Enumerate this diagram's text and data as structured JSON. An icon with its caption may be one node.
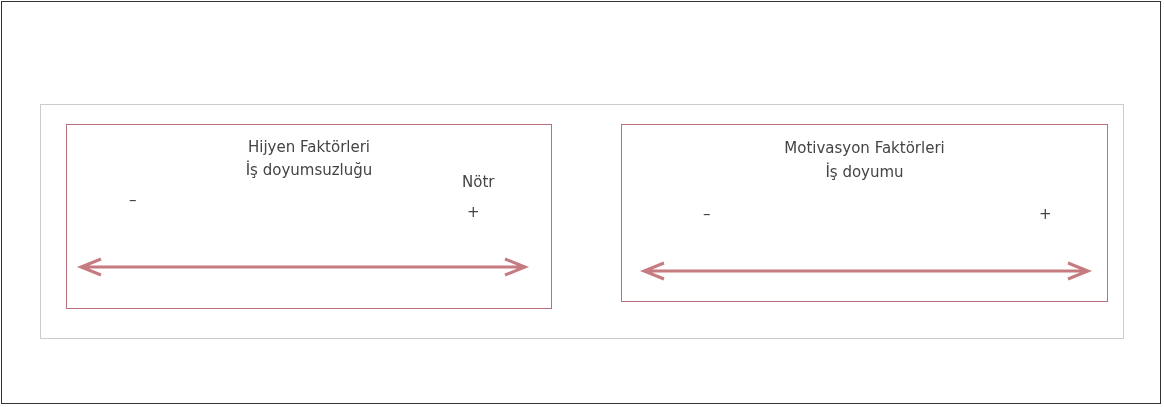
{
  "diagram": {
    "nodes": [
      {
        "text": [
          "Hijyen Faktörleri",
          "İş doyumsuzluğu"
        ]
      },
      {
        "text": [
          "Motivasyon Faktörleri",
          "İş doyumu"
        ]
      }
    ],
    "labels": [
      "–",
      "Nötr",
      "+",
      "–",
      "+"
    ]
  }
}
